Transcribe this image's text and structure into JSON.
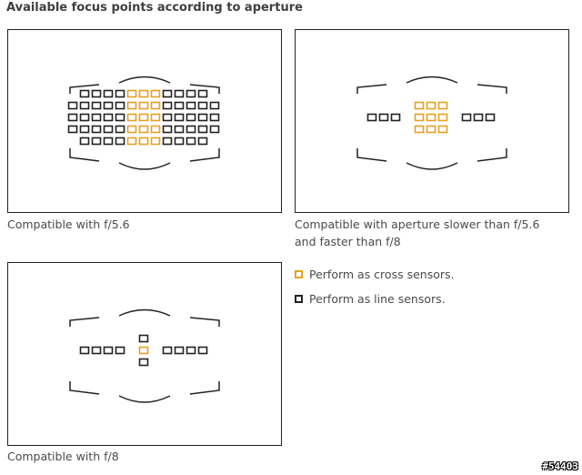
{
  "title": "Available focus points according to aperture",
  "colors": {
    "cross": "#e8a020",
    "line": "#222222"
  },
  "panels": [
    {
      "id": "f56",
      "caption_lines": [
        "Compatible with f/5.6"
      ],
      "mode": "all"
    },
    {
      "id": "f56-f8",
      "caption_lines": [
        "Compatible with aperture slower than f/5.6",
        "and faster than f/8"
      ],
      "mode": "mid"
    },
    {
      "id": "f8",
      "caption_lines": [
        "Compatible with f/8"
      ],
      "mode": "f8"
    }
  ],
  "legend": [
    {
      "label": "Perform as cross sensors.",
      "color": "#e8a020"
    },
    {
      "label": "Perform as line sensors.",
      "color": "#222222"
    }
  ],
  "watermark": "#54403"
}
